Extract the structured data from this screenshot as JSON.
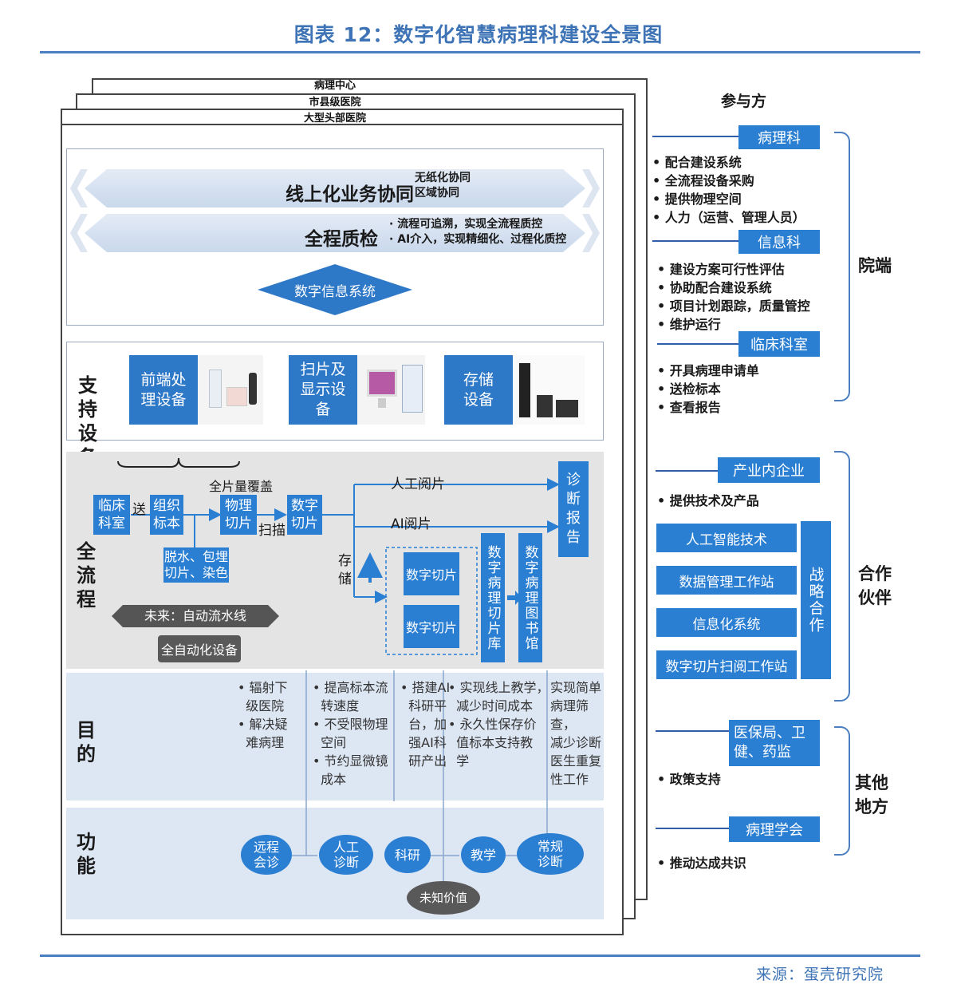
{
  "title": "图表 12：数字化智慧病理科建设全景图",
  "source": "来源：蛋壳研究院",
  "layers": [
    "病理中心",
    "市县级医院",
    "大型头部医院"
  ],
  "top_panel": {
    "band1_title": "线上化业务协同",
    "band1_notes": [
      "无纸化协同",
      "区域协同"
    ],
    "band2_title": "全程质检",
    "band2_notes": [
      "·  流程可追溯，实现全流程质控",
      "·  AI介入，实现精细化、过程化质控"
    ],
    "diamond": "数字信息系统"
  },
  "support": {
    "label": "支持设备",
    "items": [
      "前端处理设备",
      "扫片及显示设备",
      "存储设备"
    ]
  },
  "process": {
    "label": "全流程",
    "clinic": "临床科室",
    "send": "送",
    "tissue": "组织标本",
    "full_coverage": "全片量覆盖",
    "physical": "物理切片",
    "scan": "扫描",
    "digital": "数字切片",
    "sub_steps": "脱水、包埋切片、染色",
    "manual_read": "人工阅片",
    "ai_read": "AI阅片",
    "diagnosis": "诊断报告",
    "store": "存储",
    "dslice1": "数字切片",
    "dslice2": "数字切片",
    "library1": "数字病理切片库",
    "library2": "数字病理图书馆",
    "future": "未来：自动流水线",
    "auto": "全自动化设备"
  },
  "purpose": {
    "label": "目的",
    "col1": [
      "• 辐射下",
      "  级医院",
      "• 解决疑",
      "  难病理"
    ],
    "col2": [
      "• 提高标本流",
      "  转速度",
      "• 不受限物理",
      "  空间",
      "• 节约显微镜",
      "  成本"
    ],
    "col3": [
      "• 搭建AI",
      "  科研平",
      "  台，加",
      "  强AI科",
      "  研产出"
    ],
    "col4": [
      "• 实现线上教学，",
      "  减少时间成本",
      "• 永久性保存价",
      "  值标本支持教",
      "  学"
    ],
    "col5": [
      "实现简单",
      "病理筛查，",
      "减少诊断",
      "医生重复",
      "性工作"
    ]
  },
  "function": {
    "label": "功能",
    "items": [
      "远程会诊",
      "人工诊断",
      "科研",
      "教学",
      "常规诊断"
    ],
    "unknown": "未知价值"
  },
  "right": {
    "header": "参与方",
    "hospital_label": "院端",
    "pathology_dept": "病理科",
    "pathology_items": [
      "•  配合建设系统",
      "•  全流程设备采购",
      "•  提供物理空间",
      "•  人力（运营、管理人员）"
    ],
    "it_dept": "信息科",
    "it_items": [
      "•  建设方案可行性评估",
      "•  协助配合建设系统",
      "•  项目计划跟踪，质量管控",
      "•  维护运行"
    ],
    "clinical_dept": "临床科室",
    "clinical_items": [
      "•  开具病理申请单",
      "•  送检标本",
      "•  查看报告"
    ],
    "partner_label": "合作伙伴",
    "industry": "产业内企业",
    "industry_items": [
      "•  提供技术及产品"
    ],
    "partner_boxes": [
      "人工智能技术",
      "数据管理工作站",
      "信息化系统",
      "数字切片扫阅工作站"
    ],
    "strategic": "战略合作",
    "other_label": "其他地方",
    "gov": "医保局、卫健、药监",
    "gov_items": [
      "•  政策支持"
    ],
    "society": "病理学会",
    "society_items": [
      "•  推动达成共识"
    ]
  },
  "colors": {
    "accent": "#2b7fd3",
    "title": "#3e74b6",
    "gray": "#e4e4e4",
    "light_blue": "#dde6f3"
  }
}
